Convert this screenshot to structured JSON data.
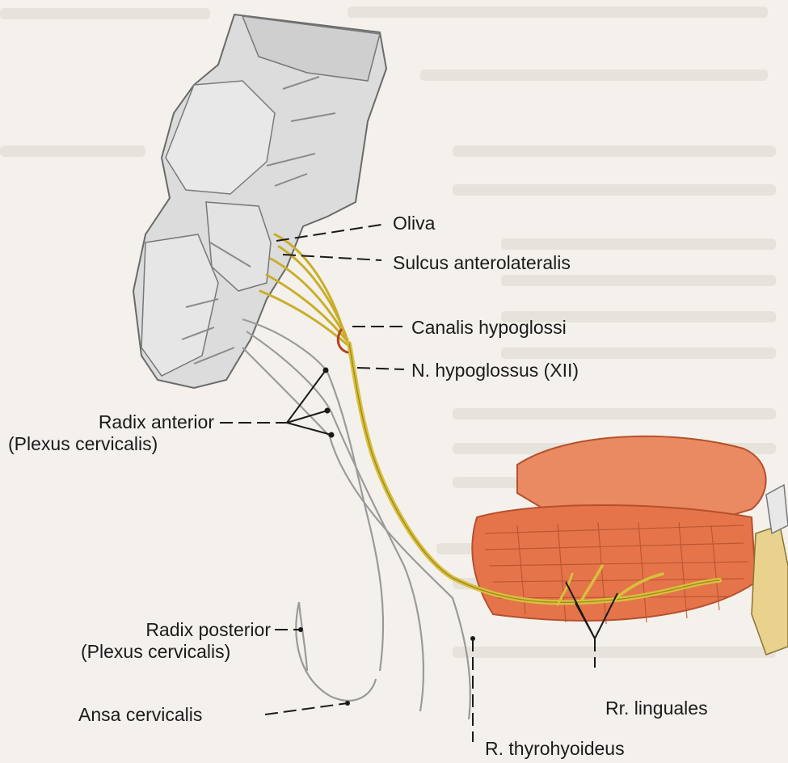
{
  "labels": {
    "oliva": "Oliva",
    "sulcus": "Sulcus anterolateralis",
    "canalis": "Canalis hypoglossi",
    "hypoglossus": "N. hypoglossus (XII)",
    "radix_anterior": "Radix anterior",
    "radix_anterior_sub": "(Plexus cervicalis)",
    "radix_posterior": "Radix posterior",
    "radix_posterior_sub": "(Plexus cervicalis)",
    "ansa": "Ansa cervicalis",
    "linguales": "Rr. linguales",
    "thyrohyoideus": "R. thyrohyoideus"
  },
  "colors": {
    "nerve": "#d6bf3a",
    "tongue": "#e6784a",
    "brainstem": "#d9d9d9",
    "background": "#f4f1ec"
  }
}
